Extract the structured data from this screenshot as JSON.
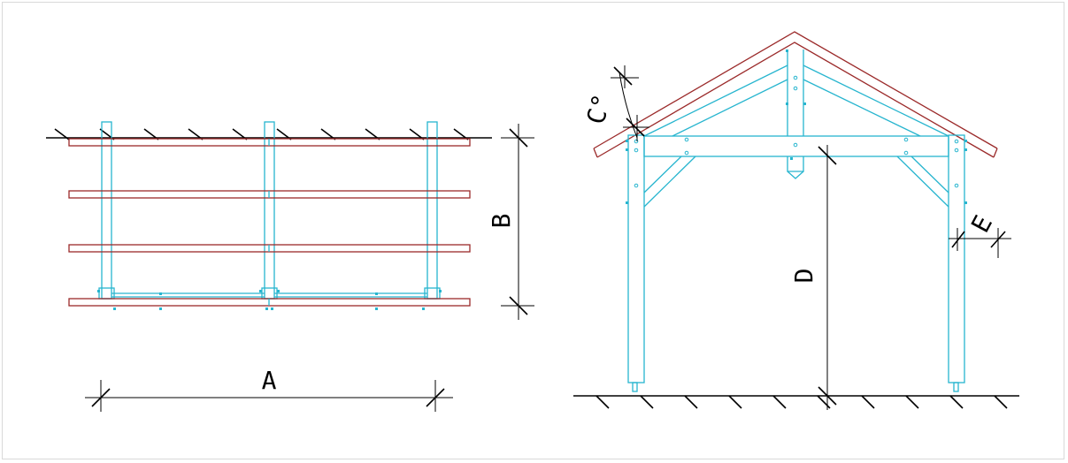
{
  "labels": {
    "a": "A",
    "b": "B",
    "c": "C°",
    "d": "D",
    "e": "E"
  },
  "colors": {
    "timber": "#27b5cf",
    "rafter": "#9b2a2a",
    "line": "#000000"
  }
}
